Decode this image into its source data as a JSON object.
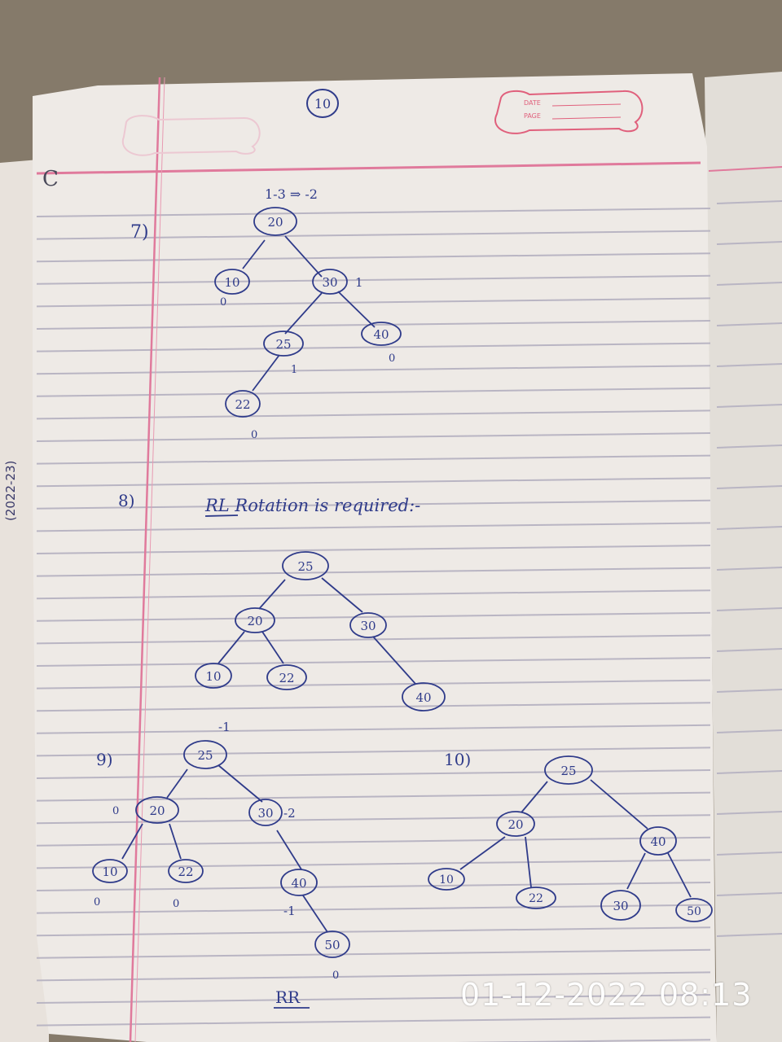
{
  "page_number": "10",
  "stamp": {
    "date_label": "DATE",
    "page_label": "PAGE"
  },
  "margin_mark": "C",
  "spine_text": "(2022-23)",
  "colors": {
    "ink": "#2f3b8a",
    "paper": "#eeeae6",
    "margin_line": "#e07a9c",
    "rule_line": "#b9b5c3",
    "stamp": "#e0607c"
  },
  "q7": {
    "number": "7)",
    "balance_note": "1-3 ⇒ -2",
    "nodes": [
      "20",
      "10",
      "30",
      "25",
      "40",
      "22"
    ],
    "balance": {
      "n10": "0",
      "n30": "1",
      "n25": "1",
      "n40": "0",
      "n22": "0"
    }
  },
  "q8": {
    "number": "8)",
    "caption": "RL Rotation is required:-",
    "nodes": [
      "25",
      "20",
      "30",
      "10",
      "22",
      "40"
    ]
  },
  "q9": {
    "number": "9)",
    "nodes": [
      "25",
      "20",
      "30",
      "10",
      "22",
      "40",
      "50"
    ],
    "balance": {
      "n25": "-1",
      "n20": "0",
      "n30": "-2",
      "n10": "0",
      "n22": "0",
      "n40": "-1",
      "n50": "0"
    },
    "rotation_label": "RR"
  },
  "q10": {
    "number": "10)",
    "nodes": [
      "25",
      "20",
      "40",
      "10",
      "22",
      "30",
      "50"
    ]
  },
  "timestamp": "01-12-2022 08:13"
}
